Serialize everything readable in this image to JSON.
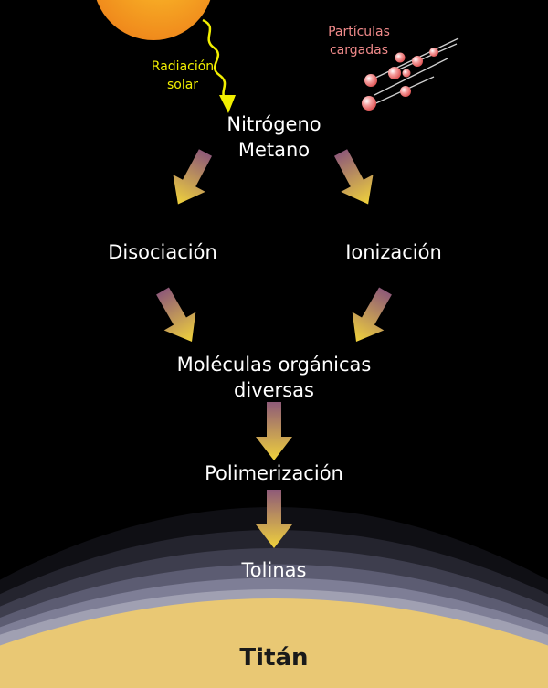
{
  "labels": {
    "solar_radiation": [
      "Radiación",
      "solar"
    ],
    "charged_particles": [
      "Partículas",
      "cargadas"
    ],
    "inputs": [
      "Nitrógeno",
      "Metano"
    ],
    "dissociation": "Disociación",
    "ionization": "Ionización",
    "organics": [
      "Moléculas orgánicas",
      "diversas"
    ],
    "polymerization": "Polimerización",
    "tholins": "Tolinas",
    "body": "Titán"
  },
  "colors": {
    "background": "#000000",
    "text": "#ffffff",
    "title": "#1a1a1a",
    "solar_label": "#f2ef00",
    "particles_label": "#f08a8a",
    "sun": "#f6a51a",
    "surface": "#e9c874",
    "arrow_top": "#8e5a78",
    "arrow_bottom": "#f0d23c"
  },
  "icons": [
    "sun-icon",
    "solar-radiation-wave-icon",
    "charged-particles-icon",
    "flow-arrow-icon"
  ]
}
